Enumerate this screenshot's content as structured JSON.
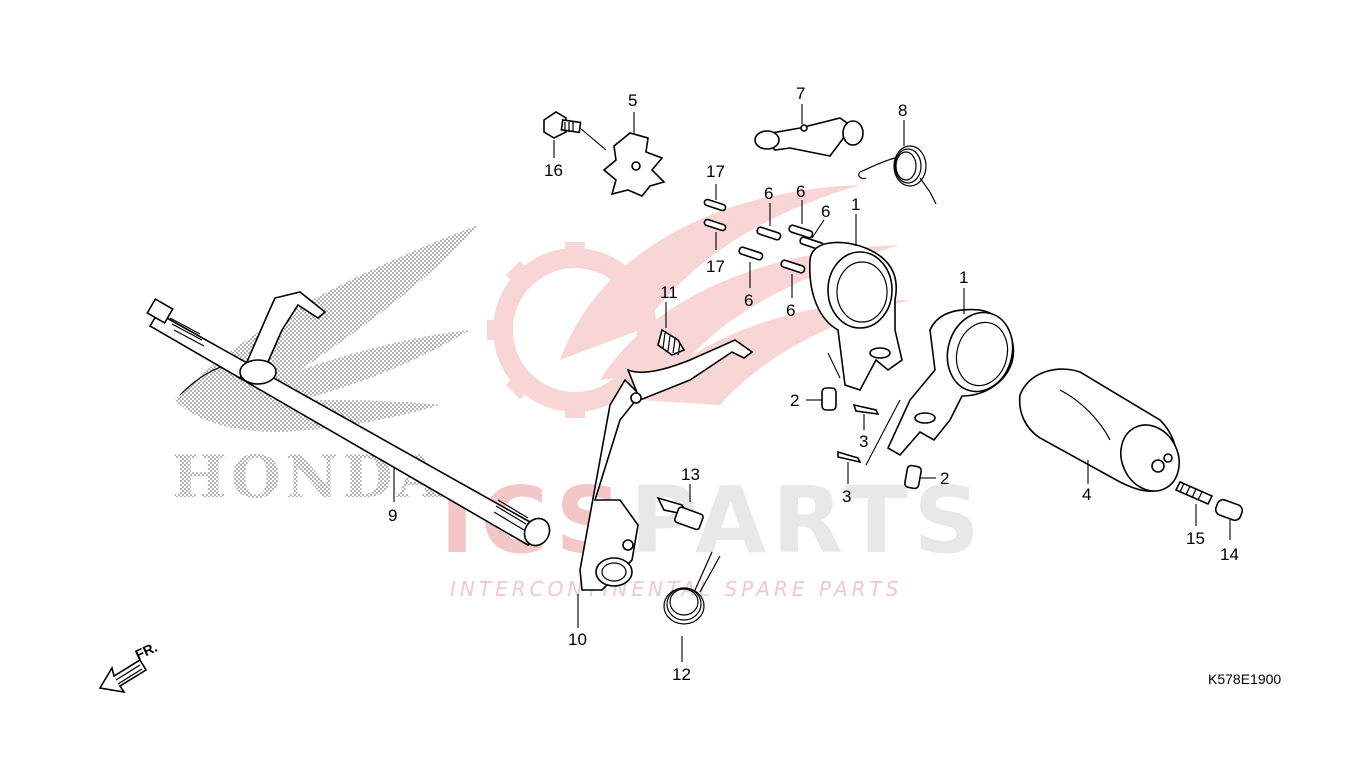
{
  "diagram": {
    "code": "K578E1900",
    "front_arrow_label": "FR.",
    "brand_mark": "HONDA",
    "watermark": {
      "main_prefix": "ICS",
      "main_suffix": "PARTS",
      "tagline": "INTERCONTINENTAL SPARE PARTS",
      "accent_color": "#e84a4a",
      "gray_color": "#d9d9d9"
    },
    "callouts": {
      "c1a": "1",
      "c1b": "1",
      "c2a": "2",
      "c2b": "2",
      "c3a": "3",
      "c3b": "3",
      "c4": "4",
      "c5": "5",
      "c6a": "6",
      "c6b": "6",
      "c6c": "6",
      "c6d": "6",
      "c6e": "6",
      "c7": "7",
      "c8": "8",
      "c9": "9",
      "c10": "10",
      "c11": "11",
      "c12": "12",
      "c13": "13",
      "c14": "14",
      "c15": "15",
      "c16": "16",
      "c17a": "17",
      "c17b": "17"
    }
  }
}
